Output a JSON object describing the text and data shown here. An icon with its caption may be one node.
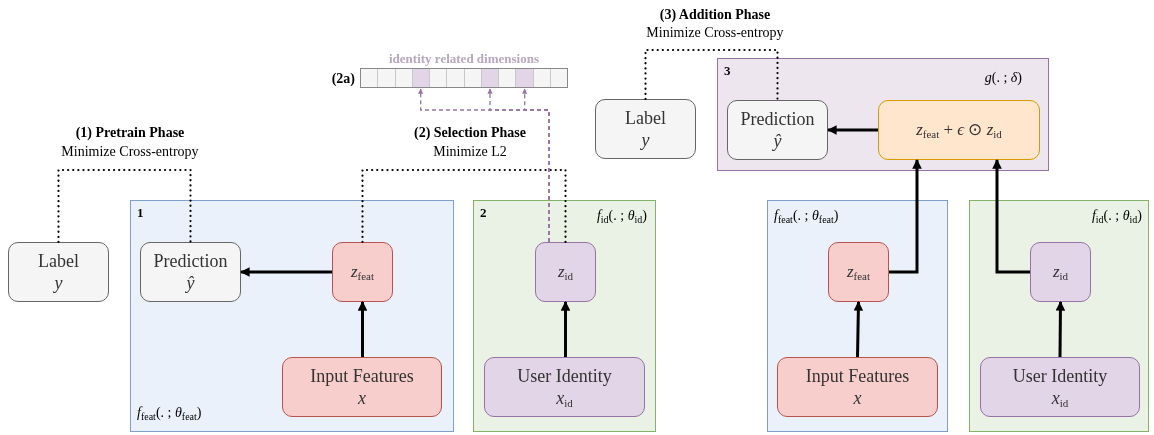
{
  "diagram": {
    "nodes": [
      {
        "text": [
          "Label",
          "y"
        ]
      },
      {
        "text": [
          "1",
          "*f*$_{feat}$(. ; *θ*$_{feat}$)"
        ]
      },
      {
        "text": [
          "Prediction",
          "ŷ"
        ],
        "in": 1
      },
      {
        "text": [
          "*z*$_{feat}$"
        ],
        "in": 1
      },
      {
        "text": [
          "Input Features",
          "x"
        ],
        "in": 1
      },
      {
        "text": [
          "2",
          "*f*$_{id}$(. ; *θ*$_{id}$)"
        ]
      },
      {
        "text": [
          "*z*$_{id}$"
        ],
        "in": 5
      },
      {
        "text": [
          "User Identity",
          "x$_{id}$"
        ],
        "in": 5
      },
      {
        "text": [],
        "shape": "bar",
        "beside": [
          "(2a)",
          "identity related dimensions"
        ]
      },
      {
        "text": [
          "Label",
          "y"
        ]
      },
      {
        "text": [
          "3",
          "*g*(. ; *δ*)"
        ]
      },
      {
        "text": [
          "Prediction",
          "ŷ"
        ],
        "in": 10
      },
      {
        "text": [
          "*z*$_{feat}$ + *ϵ* ⊙ *z*$_{id}$"
        ],
        "in": 10
      },
      {
        "text": [
          "*f*$_{feat}$(. ; *θ*$_{feat}$)"
        ]
      },
      {
        "text": [
          "*z*$_{feat}$"
        ],
        "in": 13
      },
      {
        "text": [
          "Input Features",
          "x"
        ],
        "in": 13
      },
      {
        "text": [
          "*f*$_{id}$(. ; *θ*$_{id}$)"
        ]
      },
      {
        "text": [
          "*z*$_{id}$"
        ],
        "in": 16
      },
      {
        "text": [
          "User Identity",
          "x$_{id}$"
        ],
        "in": 16
      }
    ],
    "edges": [
      {
        "from": 0,
        "to": 2,
        "arrow": "none",
        "style": "dashed"
      },
      {
        "from": 3,
        "to": 6,
        "arrow": "none",
        "style": "dashed"
      },
      {
        "from": 9,
        "to": 11,
        "arrow": "none",
        "style": "dashed"
      },
      {
        "from": 3,
        "to": 2,
        "arrow": "to"
      },
      {
        "from": 4,
        "to": 3,
        "arrow": "to"
      },
      {
        "from": 7,
        "to": 6,
        "arrow": "to"
      },
      {
        "from": 6,
        "to": 8,
        "arrow": "to",
        "style": "dashed",
        "color": "#9673a6"
      },
      {
        "from": 6,
        "to": 8,
        "arrow": "to",
        "style": "dashed",
        "color": "#9673a6"
      },
      {
        "from": 6,
        "to": 8,
        "arrow": "to",
        "style": "dashed",
        "color": "#9673a6"
      },
      {
        "from": 12,
        "to": 11,
        "arrow": "to"
      },
      {
        "from": 14,
        "to": 12,
        "arrow": "to"
      },
      {
        "from": 17,
        "to": 12,
        "arrow": "to"
      },
      {
        "from": 15,
        "to": 14,
        "arrow": "to"
      },
      {
        "from": 18,
        "to": 17,
        "arrow": "to"
      }
    ],
    "labels": [
      "(1) Pretrain Phase",
      "Minimize Cross-entropy",
      "(2) Selection Phase",
      "Minimize L2",
      "(3) Addition Phase",
      "Minimize Cross-entropy"
    ]
  }
}
